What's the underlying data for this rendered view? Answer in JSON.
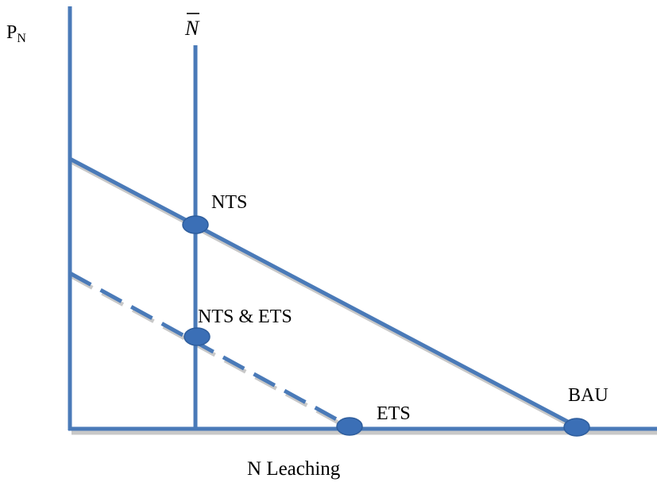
{
  "labels": {
    "y_axis": "P",
    "y_axis_sub": "N",
    "x_axis": "N Leaching",
    "vertical_line": "N",
    "points": {
      "nts": "NTS",
      "nts_ets": "NTS & ETS",
      "ets": "ETS",
      "bau": "BAU"
    }
  },
  "colors": {
    "line": "#4a7ab8",
    "point": "#3b6fb6",
    "shadow": "#c8c8c8",
    "text": "#000000"
  }
}
